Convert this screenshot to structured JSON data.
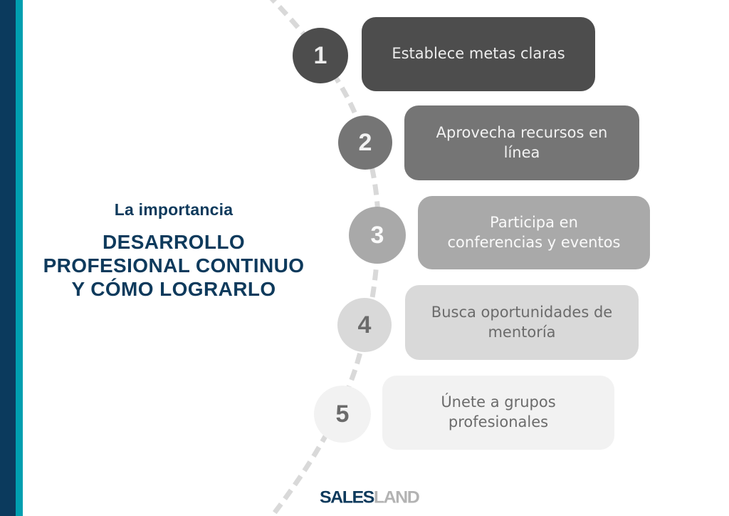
{
  "page": {
    "background": "#ffffff",
    "accent_navy_bar": "#0b3a5d",
    "accent_teal_bar": "#009fb0",
    "curve_color": "#d9d9d9",
    "title_color": "#0e3a5c"
  },
  "title": {
    "eyebrow": "La importancia",
    "line1": "DESARROLLO",
    "line2": "PROFESIONAL CONTINUO",
    "line3": "Y CÓMO LOGRARLO"
  },
  "steps": [
    {
      "number": "1",
      "label": "Establece metas claras",
      "color": "#4d4d4d",
      "text_color": "#ededed"
    },
    {
      "number": "2",
      "label": "Aprovecha recursos en línea",
      "color": "#757575",
      "text_color": "#f2f2f2"
    },
    {
      "number": "3",
      "label": "Participa en conferencias y eventos",
      "color": "#a9a9a9",
      "text_color": "#fafafa"
    },
    {
      "number": "4",
      "label": "Busca oportunidades de mentoría",
      "color": "#d9d9d9",
      "text_color": "#6b6b6b"
    },
    {
      "number": "5",
      "label": "Únete a grupos profesionales",
      "color": "#f2f2f2",
      "text_color": "#6b6b6b"
    }
  ],
  "logo": {
    "part1": "SALES",
    "part2": "LAND"
  }
}
